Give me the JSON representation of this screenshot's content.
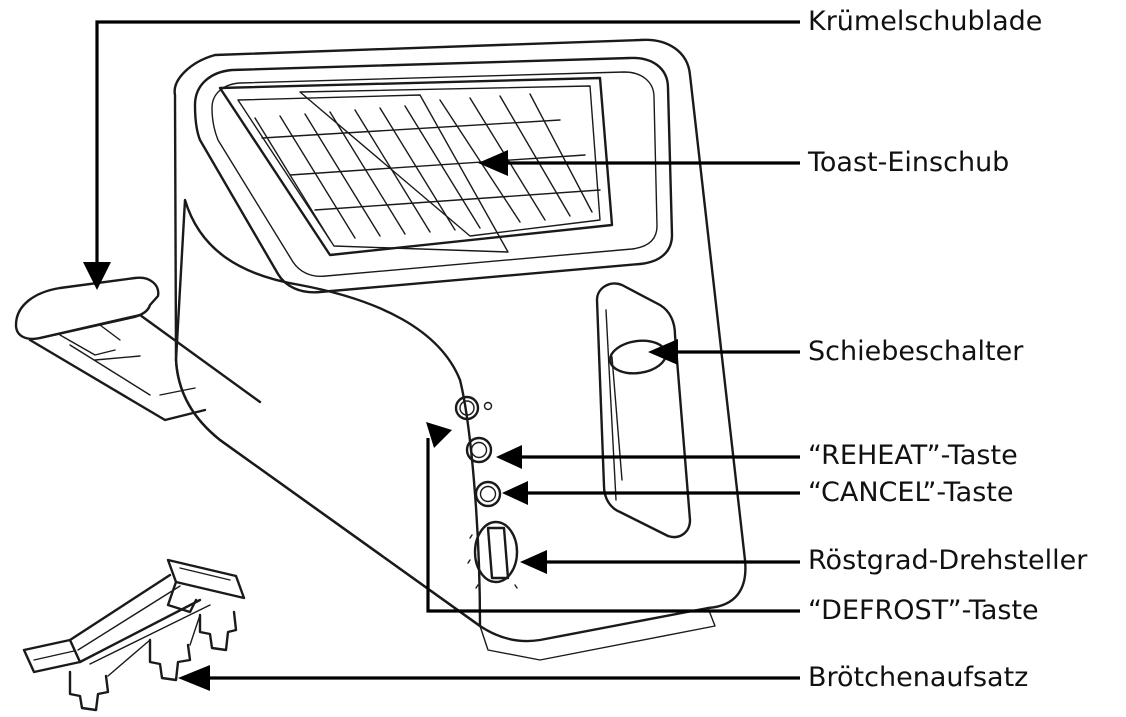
{
  "labels": {
    "kruemelschublade": "Krümelschublade",
    "toast_einschub": "Toast-Einschub",
    "schiebeschalter": "Schiebeschalter",
    "reheat": "“REHEAT”-Taste",
    "cancel": "“CANCEL”-Taste",
    "roestgrad": "Röstgrad-Drehsteller",
    "defrost": "“DEFROST”-Taste",
    "broetchenaufsatz": "Brötchenaufsatz"
  },
  "colors": {
    "line": "#000000",
    "background": "#ffffff"
  }
}
